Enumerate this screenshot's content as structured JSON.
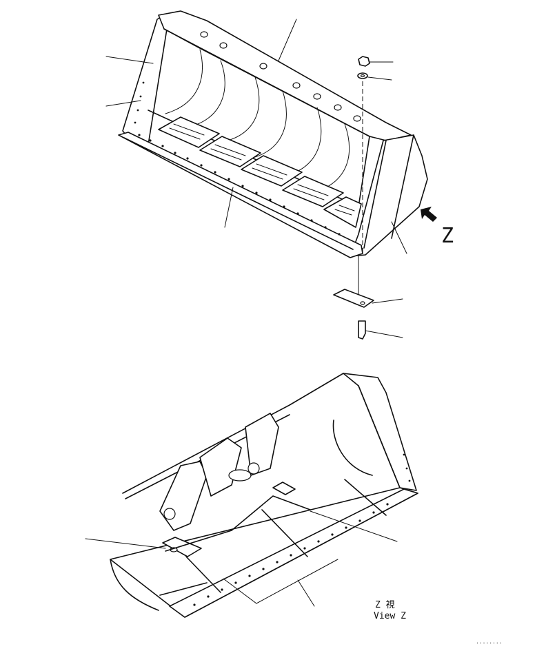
{
  "view_arrow_label": "Z",
  "view_caption": {
    "line1": "Z   視",
    "line2": "View Z"
  },
  "footer_code": "........"
}
